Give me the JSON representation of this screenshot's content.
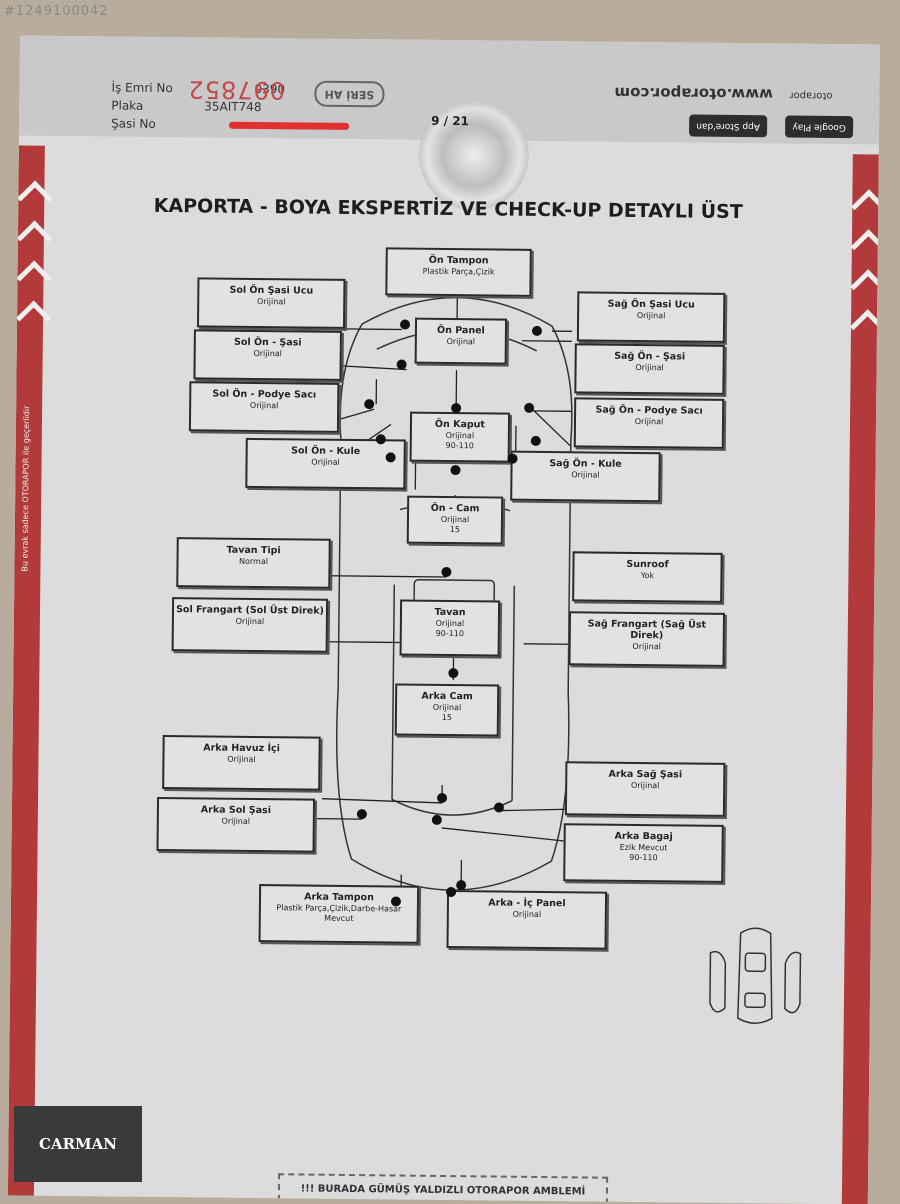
{
  "watermark": "#1249100042",
  "header": {
    "is_emri_label": "İş Emri No",
    "is_emri_value": "0390",
    "plaka_label": "Plaka",
    "plaka_value": "35AIT748",
    "sasi_label": "Şasi No",
    "serial_red": "097852",
    "seri_badge": "SERİ AH",
    "site": "www.otorapor.com",
    "google_play": "Google Play",
    "app_store": "App Store'dan",
    "otorapor": "otorapor",
    "page": "9 / 21"
  },
  "title": "KAPORTA - BOYA EKSPERTİZ VE CHECK-UP DETAYLI ÜST",
  "parts": [
    {
      "name": "Ön Tampon",
      "l1": "Plastik Parça,Çizik",
      "l2": ""
    },
    {
      "name": "Sol Ön Şasi Ucu",
      "l1": "Orijinal",
      "l2": ""
    },
    {
      "name": "Sağ Ön Şasi Ucu",
      "l1": "Orijinal",
      "l2": ""
    },
    {
      "name": "Ön Panel",
      "l1": "Orijinal",
      "l2": ""
    },
    {
      "name": "Sol Ön - Şasi",
      "l1": "Orijinal",
      "l2": ""
    },
    {
      "name": "Sağ Ön - Şasi",
      "l1": "Orijinal",
      "l2": ""
    },
    {
      "name": "Sol Ön - Podye Sacı",
      "l1": "Orijinal",
      "l2": ""
    },
    {
      "name": "Sağ Ön - Podye Sacı",
      "l1": "Orijinal",
      "l2": ""
    },
    {
      "name": "Ön Kaput",
      "l1": "Orijinal",
      "l2": "90-110"
    },
    {
      "name": "Sol Ön - Kule",
      "l1": "Orijinal",
      "l2": ""
    },
    {
      "name": "Sağ Ön - Kule",
      "l1": "Orijinal",
      "l2": ""
    },
    {
      "name": "Ön - Cam",
      "l1": "Orijinal",
      "l2": "15"
    },
    {
      "name": "Tavan Tipi",
      "l1": "Normal",
      "l2": ""
    },
    {
      "name": "Sunroof",
      "l1": "Yok",
      "l2": ""
    },
    {
      "name": "Sol Frangart (Sol Üst Direk)",
      "l1": "Orijinal",
      "l2": ""
    },
    {
      "name": "Tavan",
      "l1": "Orijinal",
      "l2": "90-110"
    },
    {
      "name": "Sağ Frangart (Sağ Üst Direk)",
      "l1": "Orijinal",
      "l2": ""
    },
    {
      "name": "Arka Cam",
      "l1": "Orijinal",
      "l2": "15"
    },
    {
      "name": "Arka Havuz İçi",
      "l1": "Orijinal",
      "l2": ""
    },
    {
      "name": "Arka Sağ Şasi",
      "l1": "Orijinal",
      "l2": ""
    },
    {
      "name": "Arka Sol Şasi",
      "l1": "Orijinal",
      "l2": ""
    },
    {
      "name": "Arka Bagaj",
      "l1": "Ezik Mevcut",
      "l2": "90-110"
    },
    {
      "name": "Arka Tampon",
      "l1": "Plastik Parça,Çizik,Darbe-Hasar",
      "l2": "Mevcut"
    },
    {
      "name": "Arka - İç Panel",
      "l1": "Orijinal",
      "l2": ""
    }
  ],
  "footer": "!!! BURADA GÜMÜŞ YALDIZLI OTORAPOR AMBLEMİ",
  "carman": "CARMAN",
  "side_text": "Bu evrak sadece OTORAPOR ile geçerlidir"
}
